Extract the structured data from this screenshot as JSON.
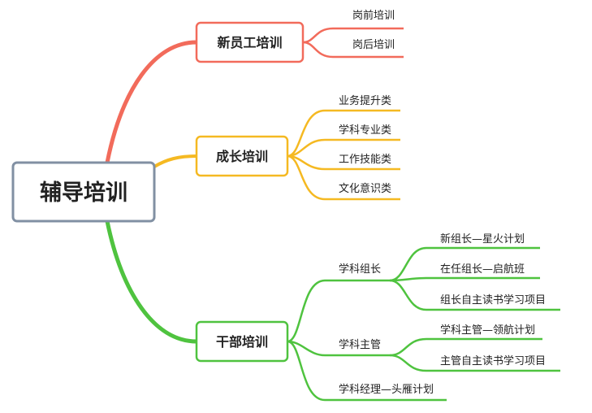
{
  "root": {
    "label": "辅导培训"
  },
  "colors": {
    "branch1": "#f26b5b",
    "branch2": "#f5b922",
    "branch3": "#4fc33f",
    "root_border": "#8190a3"
  },
  "branches": [
    {
      "label": "新员工培训",
      "children": [
        {
          "label": "岗前培训"
        },
        {
          "label": "岗后培训"
        }
      ]
    },
    {
      "label": "成长培训",
      "children": [
        {
          "label": "业务提升类"
        },
        {
          "label": "学科专业类"
        },
        {
          "label": "工作技能类"
        },
        {
          "label": "文化意识类"
        }
      ]
    },
    {
      "label": "干部培训",
      "children": [
        {
          "label": "学科组长",
          "children": [
            {
              "label": "新组长—星火计划"
            },
            {
              "label": "在任组长—启航班"
            },
            {
              "label": "组长自主读书学习项目"
            }
          ]
        },
        {
          "label": "学科主管",
          "children": [
            {
              "label": "学科主管—领航计划"
            },
            {
              "label": "主管自主读书学习项目"
            }
          ]
        },
        {
          "label": "学科经理—头雁计划"
        }
      ]
    }
  ]
}
